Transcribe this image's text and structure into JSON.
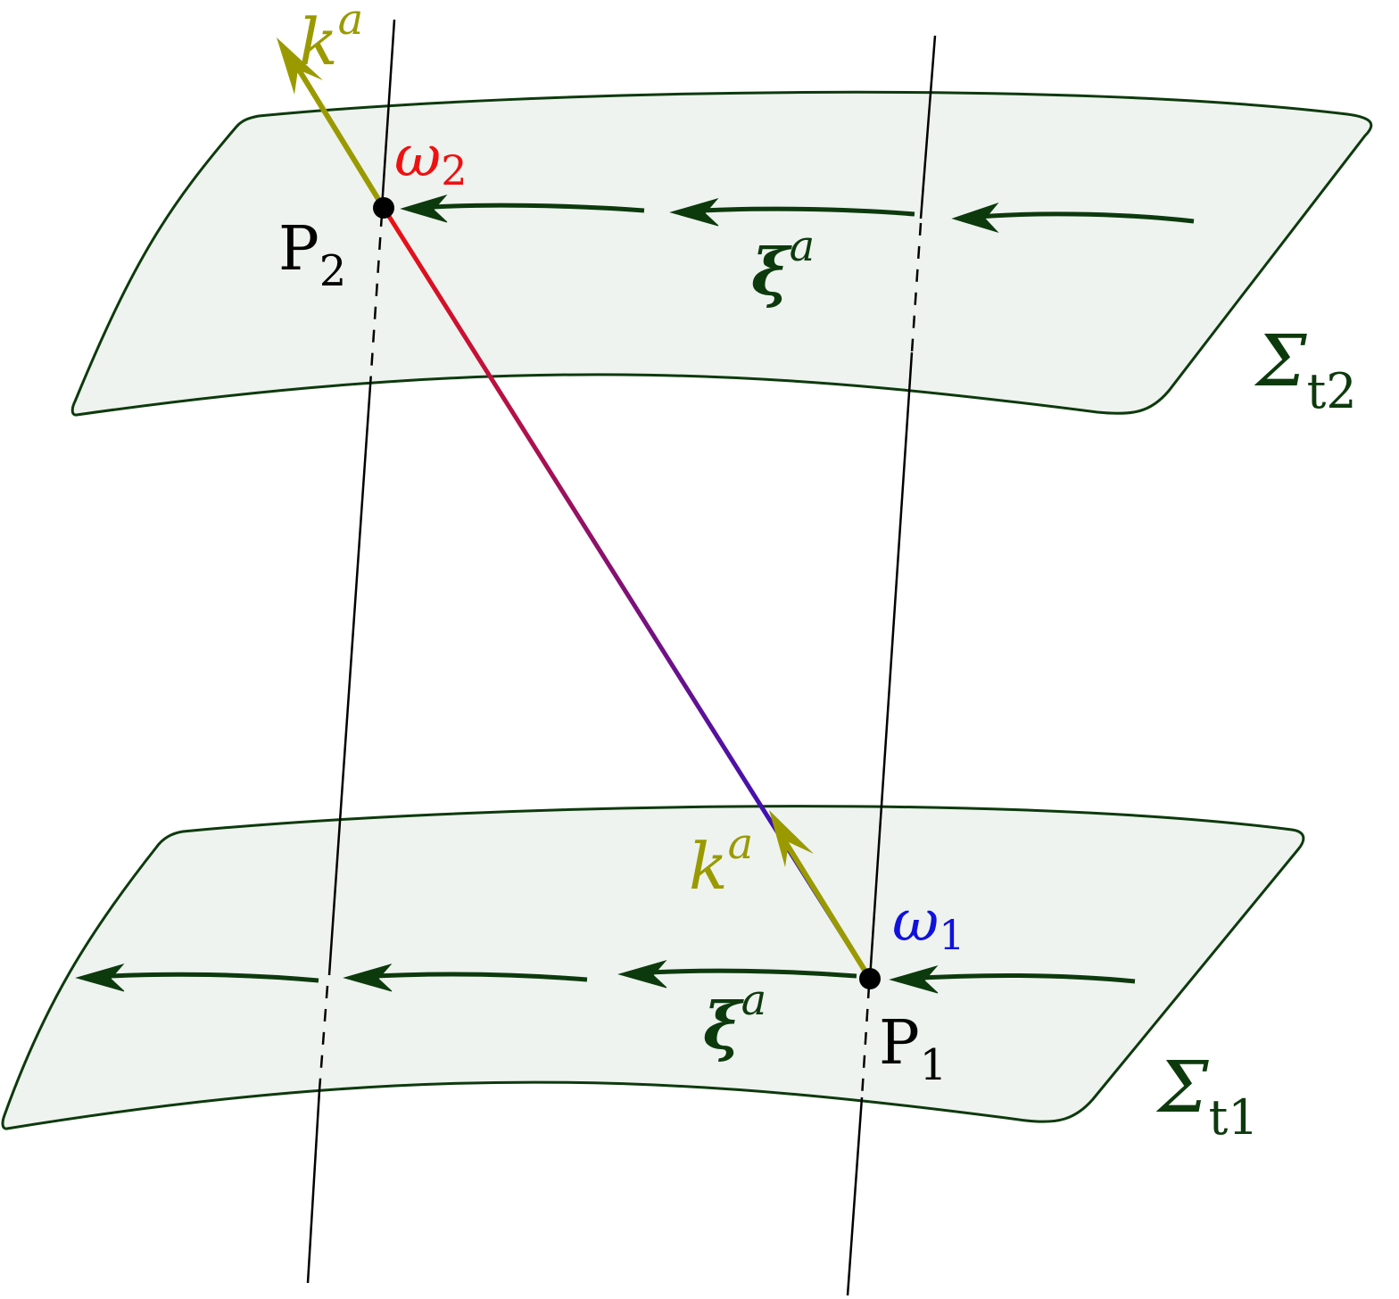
{
  "colors": {
    "sheet_fill": "#eef3ef",
    "sheet_stroke": "#0d3a0d",
    "flow": "#0d3a0d",
    "k_vector": "#9a9a00",
    "omega_1": "#1111dd",
    "omega_2": "#ee1111",
    "point": "#000000"
  },
  "labels": {
    "k_top": {
      "base": "k",
      "sup": "a"
    },
    "k_bottom": {
      "base": "k",
      "sup": "a"
    },
    "omega_2": {
      "base": "ω",
      "sub": "2"
    },
    "omega_1": {
      "base": "ω",
      "sub": "1"
    },
    "p2": {
      "base": "P",
      "sub": "2"
    },
    "p1": {
      "base": "P",
      "sub": "1"
    },
    "xi_top": {
      "base": "ξ",
      "sup": "a"
    },
    "xi_bottom": {
      "base": "ξ",
      "sup": "a"
    },
    "sigma_top": {
      "base": "Σ",
      "sub": "t2"
    },
    "sigma_bottom": {
      "base": "Σ",
      "sub": "t1"
    }
  }
}
